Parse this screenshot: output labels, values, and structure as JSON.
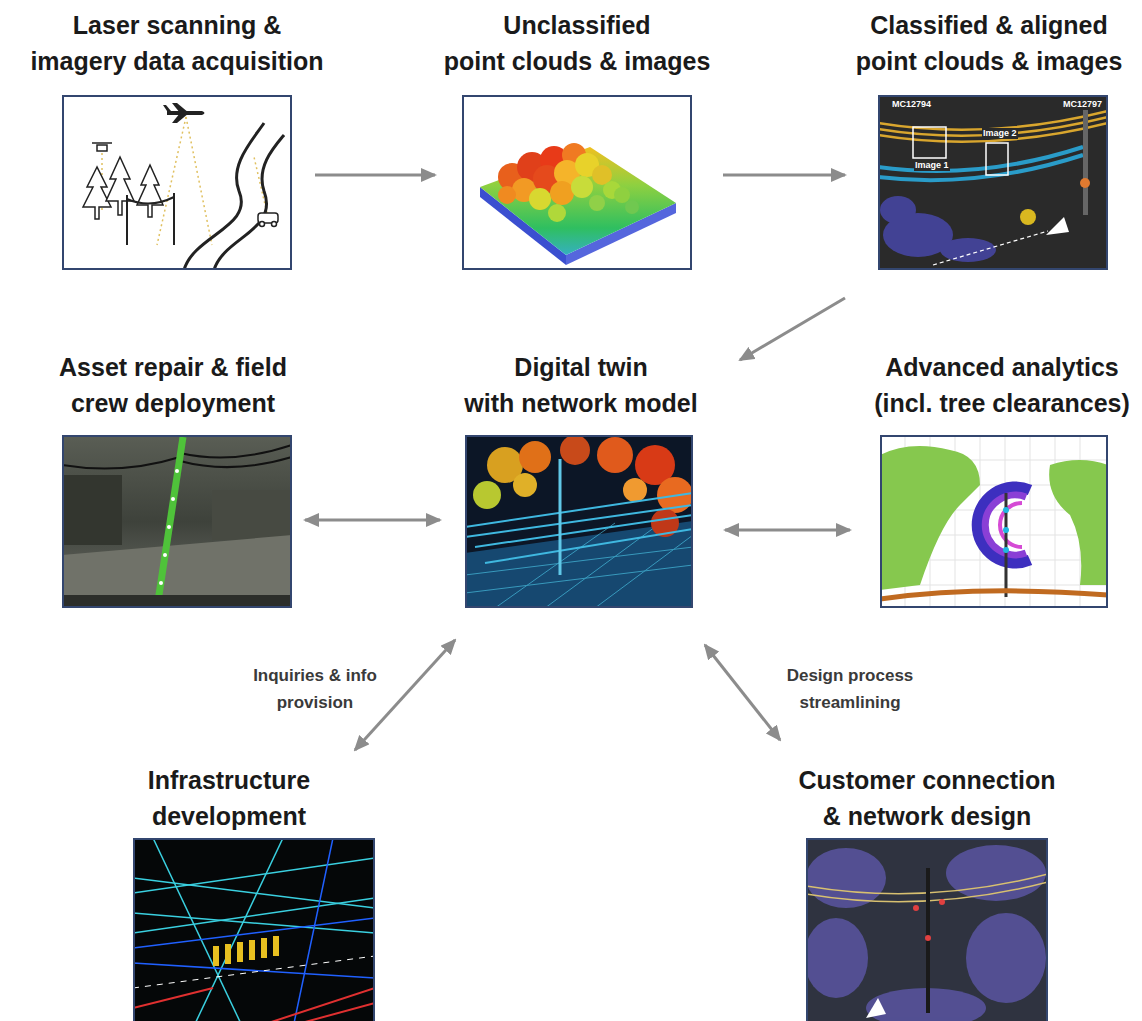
{
  "diagram": {
    "nodes": [
      {
        "text": [
          "Laser scanning & imagery data acquisition"
        ]
      },
      {
        "text": [
          "Unclassified point clouds & images"
        ]
      },
      {
        "text": [
          "Classified & aligned point clouds & images"
        ]
      },
      {
        "text": [
          "Asset repair & field crew deployment"
        ]
      },
      {
        "text": [
          "Digital twin with network model"
        ]
      },
      {
        "text": [
          "Advanced analytics (incl. tree clearances)"
        ]
      },
      {
        "text": [
          "Infrastructure development"
        ]
      },
      {
        "text": [
          "Customer connection & network design"
        ]
      }
    ],
    "edges": [
      {
        "from": 0,
        "to": 1,
        "arrow": "to"
      },
      {
        "from": 1,
        "to": 2,
        "arrow": "to"
      },
      {
        "from": 2,
        "to": 4,
        "arrow": "to"
      },
      {
        "from": 4,
        "to": 3,
        "arrow": "both"
      },
      {
        "from": 4,
        "to": 5,
        "arrow": "both"
      },
      {
        "from": 4,
        "to": 6,
        "label": "Inquiries & info provision",
        "arrow": "both"
      },
      {
        "from": 4,
        "to": 7,
        "label": "Design process streamlining",
        "arrow": "both"
      }
    ],
    "labels": [
      "MC12794",
      "MC12797",
      "Image 1",
      "Image 2"
    ]
  }
}
